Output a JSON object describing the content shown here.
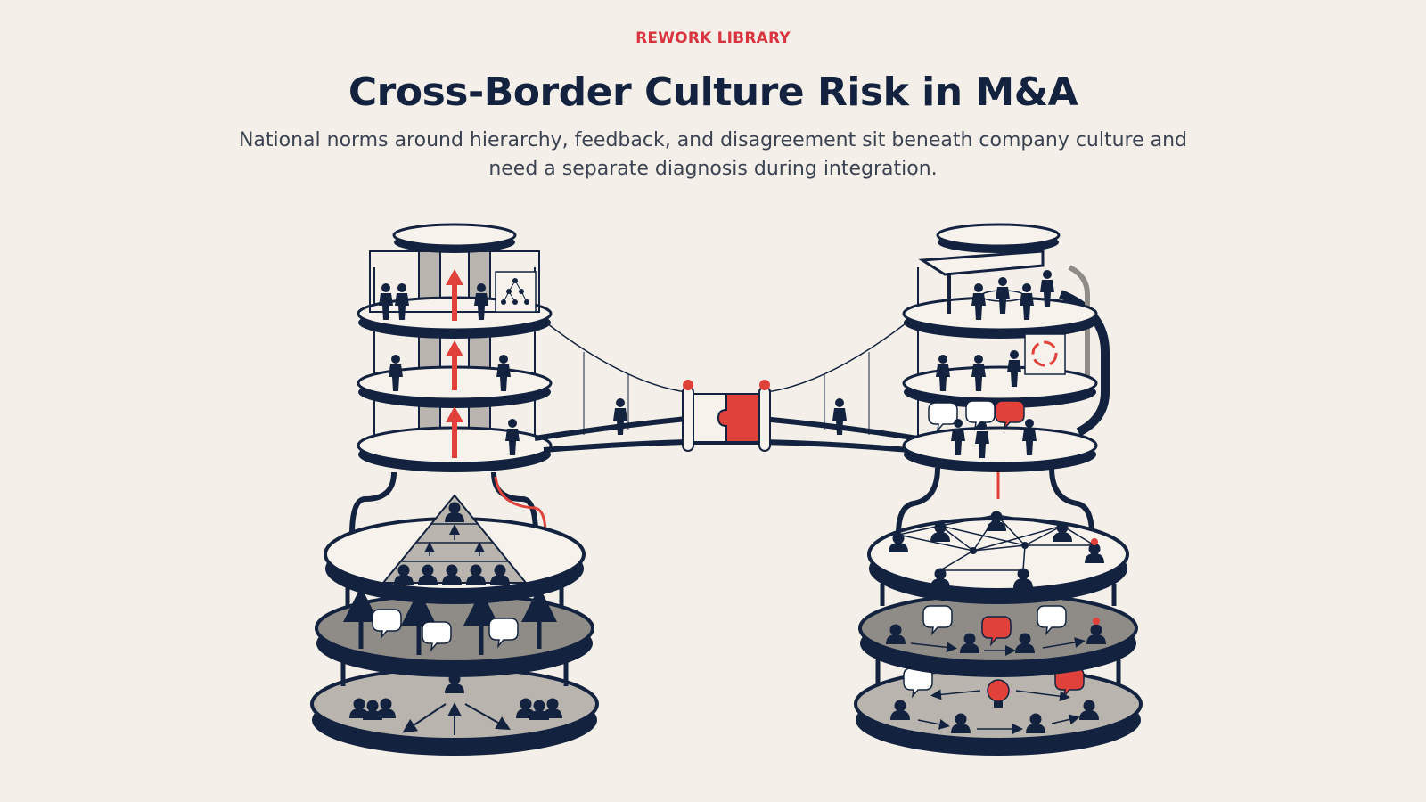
{
  "header": {
    "eyebrow": "REWORK LIBRARY",
    "title": "Cross-Border Culture Risk in M&A",
    "subtitle": "National norms around hierarchy, feedback, and disagreement sit beneath company culture and need a separate diagnosis during integration."
  },
  "illustration": {
    "left_tower": {
      "concept": "hierarchical tower"
    },
    "right_tower": {
      "concept": "networked tower"
    },
    "bridge": {
      "concept": "puzzle-piece bridge"
    }
  },
  "colors": {
    "navy": "#13233f",
    "accent_red": "#e0413b",
    "grey": "#b9b5ae",
    "dark_grey": "#8f8b86",
    "background": "#f4f0e9"
  }
}
